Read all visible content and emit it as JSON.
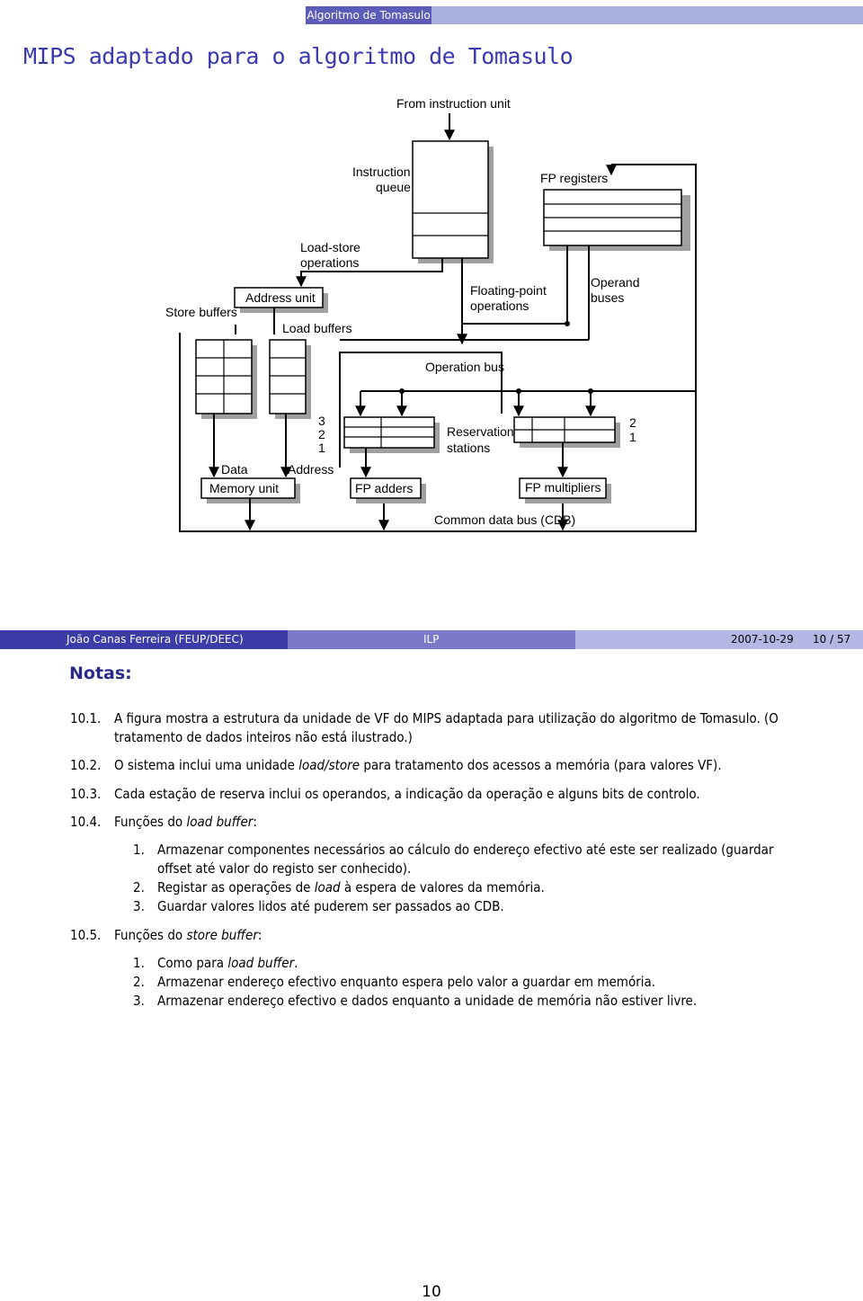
{
  "header": {
    "section_tab": "Algoritmo de Tomasulo"
  },
  "slide": {
    "title": "MIPS adaptado para o algoritmo de Tomasulo"
  },
  "diagram": {
    "from_instruction_unit": "From instruction unit",
    "instruction_queue_1": "Instruction",
    "instruction_queue_2": "queue",
    "fp_registers": "FP registers",
    "load_store_1": "Load-store",
    "load_store_2": "operations",
    "address_unit": "Address unit",
    "store_buffers": "Store buffers",
    "load_buffers": "Load buffers",
    "fp_operations_1": "Floating-point",
    "fp_operations_2": "operations",
    "operand_buses_1": "Operand",
    "operand_buses_2": "buses",
    "operation_bus": "Operation bus",
    "rs_left_3": "3",
    "rs_left_2": "2",
    "rs_left_1": "1",
    "reservation_1": "Reservation",
    "reservation_2": "stations",
    "rs_right_2": "2",
    "rs_right_1": "1",
    "data": "Data",
    "address": "Address",
    "memory_unit": "Memory unit",
    "fp_adders": "FP adders",
    "fp_multipliers": "FP multipliers",
    "cdb": "Common data bus (CDB)"
  },
  "footer": {
    "author": "João Canas Ferreira  (FEUP/DEEC)",
    "course": "ILP",
    "date": "2007-10-29",
    "slide_counter": "10 / 57"
  },
  "notes": {
    "title": "Notas:",
    "n1_num": "10.1.",
    "n1_line1": "A figura mostra a estrutura da unidade de VF do MIPS adaptada para utilização do algoritmo de Tomasulo. (O",
    "n1_line2": "tratamento de dados inteiros não está ilustrado.)",
    "n2_num": "10.2.",
    "n2_a": "O sistema inclui uma unidade ",
    "n2_em": "load/store",
    "n2_b": " para tratamento dos acessos a memória (para valores VF).",
    "n3_num": "10.3.",
    "n3_text": "Cada estação de reserva inclui os operandos, a indicação da operação e alguns bits de controlo.",
    "n4_num": "10.4.",
    "n4_a": "Funções do ",
    "n4_em": "load buffer",
    "n4_b": ":",
    "n4_1_num": "1.",
    "n4_1_line1": "Armazenar componentes necessários ao cálculo do endereço efectivo até este ser realizado (guardar",
    "n4_1_line2": "offset até valor do registo ser conhecido).",
    "n4_2_num": "2.",
    "n4_2_a": "Registar as operações de ",
    "n4_2_em": "load",
    "n4_2_b": " à espera de valores da memória.",
    "n4_3_num": "3.",
    "n4_3_text": "Guardar valores lidos até puderem ser passados ao CDB.",
    "n5_num": "10.5.",
    "n5_a": "Funções do ",
    "n5_em": "store buffer",
    "n5_b": ":",
    "n5_1_num": "1.",
    "n5_1_a": "Como para ",
    "n5_1_em": "load buffer",
    "n5_1_b": ".",
    "n5_2_num": "2.",
    "n5_2_text": "Armazenar endereço efectivo enquanto espera pelo valor a guardar em memória.",
    "n5_3_num": "3.",
    "n5_3_text": "Armazenar endereço efectivo e dados enquanto a unidade de memória não estiver livre."
  },
  "page_number": "10"
}
